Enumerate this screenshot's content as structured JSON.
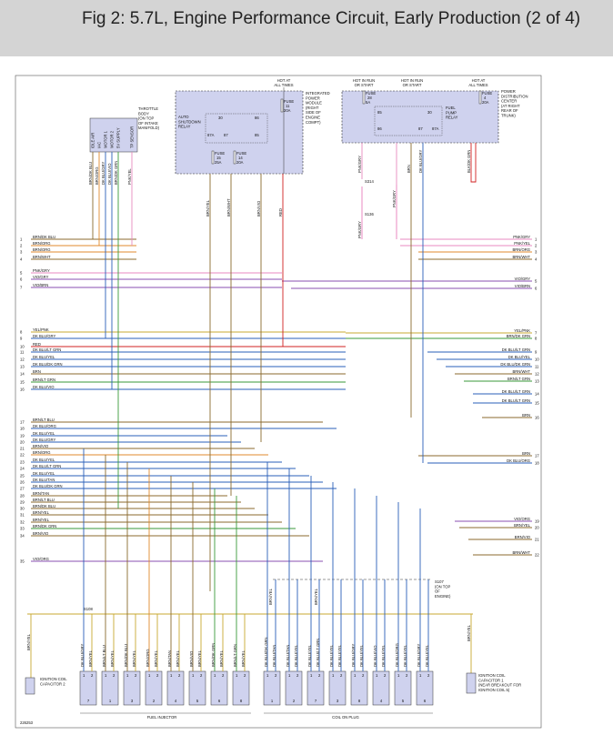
{
  "title": "Fig 2: 5.7L, Engine Performance Circuit, Early Production (2 of 4)",
  "components": {
    "throttle_body": [
      "THROTTLE",
      "BODY",
      "(ON TOP",
      "OF INTAKE",
      "MANIFOLD)"
    ],
    "throttle_pins": [
      "IDLE AIR",
      "IAC",
      "MOTOR 1",
      "MOTOR 2",
      "5V SUPPLY",
      "TP SENSOR"
    ],
    "ipm": [
      "INTEGRATED",
      "POWER",
      "MODULE",
      "(RIGHT",
      "SIDE OF",
      "ENGINE",
      "COMPT)"
    ],
    "asd_relay": [
      "AUTO",
      "SHUTDOWN",
      "RELAY"
    ],
    "pdc": [
      "POWER",
      "DISTRIBUTION",
      "CENTER",
      "(AT RIGHT",
      "REAR OF",
      "TRUNK)"
    ],
    "fuel_pump_relay": [
      "FUEL",
      "PUMP",
      "RELAY"
    ],
    "cap2": [
      "IGNITION COIL",
      "CAPACITOR 2"
    ],
    "cap1": [
      "IGNITION COIL",
      "CAPACITOR 1",
      "(NEAR BREAKOUT FOR",
      "IGNITION COIL 5)"
    ],
    "s107": [
      "S107",
      "(ON TOP",
      "OF",
      "ENGINE)"
    ],
    "fuel_injector": "FUEL INJECTOR",
    "coil_on_plug": "COIL ON PLUG",
    "doc_number": "226253"
  },
  "hot_labels": [
    {
      "l1": "HOT AT",
      "l2": "ALL TIMES"
    },
    {
      "l1": "HOT IN RUN",
      "l2": "OR START"
    },
    {
      "l1": "HOT IN RUN",
      "l2": "OR START"
    },
    {
      "l1": "HOT AT",
      "l2": "ALL TIMES"
    }
  ],
  "fuses": [
    {
      "l1": "FUSE",
      "l2": "11",
      "l3": "20A"
    },
    {
      "l1": "FUSE",
      "l2": "15",
      "l3": "25A"
    },
    {
      "l1": "FUSE",
      "l2": "14",
      "l3": "20A"
    },
    {
      "l1": "FUSE",
      "l2": "28",
      "l3": "5A"
    },
    {
      "l1": "FUSE",
      "l2": "4",
      "l3": "20A"
    }
  ],
  "relay_pins": [
    "30",
    "86",
    "87A",
    "87",
    "85"
  ],
  "splices": [
    "S314",
    "S136",
    "S108"
  ],
  "left_connector": [
    {
      "pin": "1",
      "wire": "BRN/DK BLU"
    },
    {
      "pin": "2",
      "wire": "BRN/ORG"
    },
    {
      "pin": "3",
      "wire": "BRN/ORG"
    },
    {
      "pin": "4",
      "wire": "BRN/WHT"
    },
    {
      "pin": "5",
      "wire": "PNK/GRY"
    },
    {
      "pin": "6",
      "wire": "VIO/GRY"
    },
    {
      "pin": "7",
      "wire": "VIO/BRN"
    },
    {
      "pin": "8",
      "wire": "YEL/PNK"
    },
    {
      "pin": "9",
      "wire": "DK BLU/GRY"
    },
    {
      "pin": "10",
      "wire": "RED"
    },
    {
      "pin": "11",
      "wire": "DK BLU/LT GRN"
    },
    {
      "pin": "12",
      "wire": "DK BLU/YEL"
    },
    {
      "pin": "13",
      "wire": "DK BLU/DK GRN"
    },
    {
      "pin": "14",
      "wire": "BRN"
    },
    {
      "pin": "15",
      "wire": "BRN/LT GRN"
    },
    {
      "pin": "16",
      "wire": "DK BLU/VIO"
    },
    {
      "pin": "17",
      "wire": "BRN/LT BLU"
    },
    {
      "pin": "18",
      "wire": "DK BLU/ORG"
    },
    {
      "pin": "19",
      "wire": "DK BLU/YEL"
    },
    {
      "pin": "20",
      "wire": "DK BLU/GRY"
    },
    {
      "pin": "21",
      "wire": "BRN/VIO"
    },
    {
      "pin": "22",
      "wire": "BRN/ORG"
    },
    {
      "pin": "23",
      "wire": "DK BLU/YEL"
    },
    {
      "pin": "24",
      "wire": "DK BLU/LT GRN"
    },
    {
      "pin": "25",
      "wire": "DK BLU/YEL"
    },
    {
      "pin": "26",
      "wire": "DK BLU/TAN"
    },
    {
      "pin": "27",
      "wire": "DK BLU/DK GRN"
    },
    {
      "pin": "28",
      "wire": "BRN/TAN"
    },
    {
      "pin": "29",
      "wire": "BRN/LT BLU"
    },
    {
      "pin": "30",
      "wire": "BRN/DK BLU"
    },
    {
      "pin": "31",
      "wire": "BRN/YEL"
    },
    {
      "pin": "32",
      "wire": "BRN/YEL"
    },
    {
      "pin": "33",
      "wire": "BRN/DK GRN"
    },
    {
      "pin": "34",
      "wire": "BRN/VIO"
    },
    {
      "pin": "35",
      "wire": "VIO/ORG"
    }
  ],
  "right_connector": [
    {
      "pin": "1",
      "wire": "PNK/GRY"
    },
    {
      "pin": "2",
      "wire": "PNK/YEL"
    },
    {
      "pin": "3",
      "wire": "BRN/ORG"
    },
    {
      "pin": "4",
      "wire": "BRN/WHT"
    },
    {
      "pin": "5",
      "wire": "VIO/GRY"
    },
    {
      "pin": "6",
      "wire": "VIO/BRN"
    },
    {
      "pin": "7",
      "wire": "YEL/PNK"
    },
    {
      "pin": "8",
      "wire": "BRN/DK GRN"
    },
    {
      "pin": "9",
      "wire": "DK BLU/LT GRN"
    },
    {
      "pin": "10",
      "wire": "DK BLU/YEL"
    },
    {
      "pin": "11",
      "wire": "DK BLU/DK GRN"
    },
    {
      "pin": "12",
      "wire": "BRN/WHT"
    },
    {
      "pin": "13",
      "wire": "BRN/LT GRN"
    },
    {
      "pin": "14",
      "wire": "DK BLU/LT GRN"
    },
    {
      "pin": "15",
      "wire": "DK BLU/LT GRN"
    },
    {
      "pin": "16",
      "wire": "BRN"
    },
    {
      "pin": "17",
      "wire": "BRN"
    },
    {
      "pin": "18",
      "wire": "DK BLU/ORG"
    },
    {
      "pin": "19",
      "wire": "VIO/ORG"
    },
    {
      "pin": "20",
      "wire": "BRN/YEL"
    },
    {
      "pin": "21",
      "wire": "BRN/VIO"
    },
    {
      "pin": "22",
      "wire": "BRN/WHT"
    }
  ],
  "injectors": [
    {
      "num": "7",
      "w1": "DK BLU/GRY",
      "w2": "BRN/YEL"
    },
    {
      "num": "1",
      "w1": "BRN/LT BLU",
      "w2": "BRN/YEL"
    },
    {
      "num": "3",
      "w1": "BRN/DK BLU",
      "w2": "BRN/YEL"
    },
    {
      "num": "2",
      "w1": "BRN/ORG",
      "w2": "BRN/YEL"
    },
    {
      "num": "4",
      "w1": "BRN/TAN",
      "w2": "BRN/YEL"
    },
    {
      "num": "5",
      "w1": "BRN/VIO",
      "w2": "BRN/YEL"
    },
    {
      "num": "6",
      "w1": "BRN/DK GRN",
      "w2": "BRN/YEL"
    },
    {
      "num": "8",
      "w1": "BRN/LT GRN",
      "w2": "BRN/YEL"
    }
  ],
  "coils": [
    {
      "num": "1",
      "w1": "DK BLU/DK GRN",
      "w2": "DK BLU/TAN"
    },
    {
      "num": "2",
      "w1": "DK BLU/TAN",
      "w2": "DK BLU/YEL"
    },
    {
      "num": "7",
      "w1": "DK BLU/YEL",
      "w2": "DK BLU/LT GRN"
    },
    {
      "num": "3",
      "w1": "DK BLU/YEL",
      "w2": "DK BLU/YEL"
    },
    {
      "num": "8",
      "w1": "DK BLU/GRY",
      "w2": "DK BLU/YEL"
    },
    {
      "num": "4",
      "w1": "DK BLU/VIO",
      "w2": "DK BLU/YEL"
    },
    {
      "num": "5",
      "w1": "DK BLU/ORG",
      "w2": "DK BLU/YEL"
    },
    {
      "num": "6",
      "w1": "DK BLU/GRY",
      "w2": "DK BLU/YEL"
    }
  ],
  "vertical_labels": {
    "throttle": [
      "BRN/DK BLU",
      "BRN/ORG",
      "DK BLU/GRY",
      "DK BLU/VIO",
      "BRN/DK GRN",
      "PNK/YEL"
    ],
    "ipm": [
      "BRN/YEL",
      "BRN/WHT",
      "BRN/VIO",
      "RED"
    ],
    "pdc": [
      "PNK/GRY",
      "BRN",
      "DK BLU/GRY",
      "BLK/DK GRN",
      "PNK/GRY",
      "PNK/GRY"
    ],
    "misc": [
      "BRN/YEL",
      "BRN/YEL",
      "BRN/YEL",
      "BRN/YEL"
    ]
  },
  "colors": {
    "brown": "#8b6a2e",
    "orange": "#e0892c",
    "pink": "#e889c0",
    "violet": "#8a4fb0",
    "blue": "#2a5fb8",
    "red": "#d02020",
    "green": "#3a9a3a",
    "yellow": "#c8a830",
    "tan": "#c9a36b",
    "module_fill": "#cfd2ee"
  }
}
